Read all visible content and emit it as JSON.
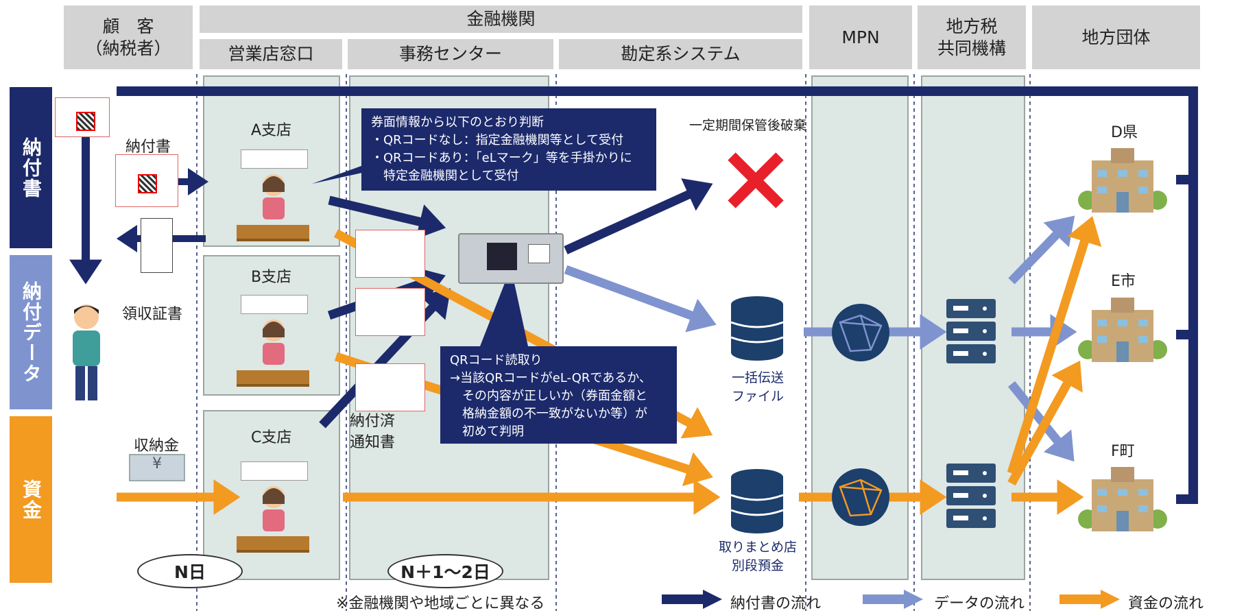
{
  "headers": {
    "customer": "顧　客\n（納税者）",
    "bank": "金融機関",
    "branch_window": "営業店窓口",
    "office_center": "事務センター",
    "accounting_system": "勘定系システム",
    "mpn": "MPN",
    "local_tax_org": "地方税\n共同機構",
    "local_gov": "地方団体"
  },
  "side_labels": {
    "notice": "納付書",
    "data": "納付データ",
    "funds": "資金"
  },
  "labels": {
    "notice_doc": "納付書",
    "receipt": "領収証書",
    "payment": "収納金",
    "branch_a": "A支店",
    "branch_b": "B支店",
    "branch_c": "C支店",
    "paid_notice": "納付済\n通知書",
    "dispose": "一定期間保管後破棄",
    "batch_file": "一括伝送\nファイル",
    "deposit": "取りまとめ店\n別段預金",
    "pref_d": "D県",
    "city_e": "E市",
    "town_f": "F町",
    "day_n": "N日",
    "day_n12": "N＋1〜2日",
    "note": "※金融機関や地域ごとに異なる",
    "yen": "¥"
  },
  "callouts": {
    "top": "券面情報から以下のとおり判断\n・QRコードなし：指定金融機関等として受付\n・QRコードあり：「eLマーク」等を手掛かりに\n　特定金融機関として受付",
    "qr_read": "QRコード読取り\n→当該QRコードがeL-QRであるか、\n　その内容が正しいか（券面金額と\n　格納金額の不一致がないか等）が\n　初めて判明"
  },
  "legend": {
    "notice_flow": "納付書の流れ",
    "data_flow": "データの流れ",
    "funds_flow": "資金の流れ"
  },
  "colors": {
    "navy": "#1c2a6b",
    "data_blue": "#7f93cf",
    "funds_orange": "#f39a21",
    "error_red": "#e8202a"
  }
}
